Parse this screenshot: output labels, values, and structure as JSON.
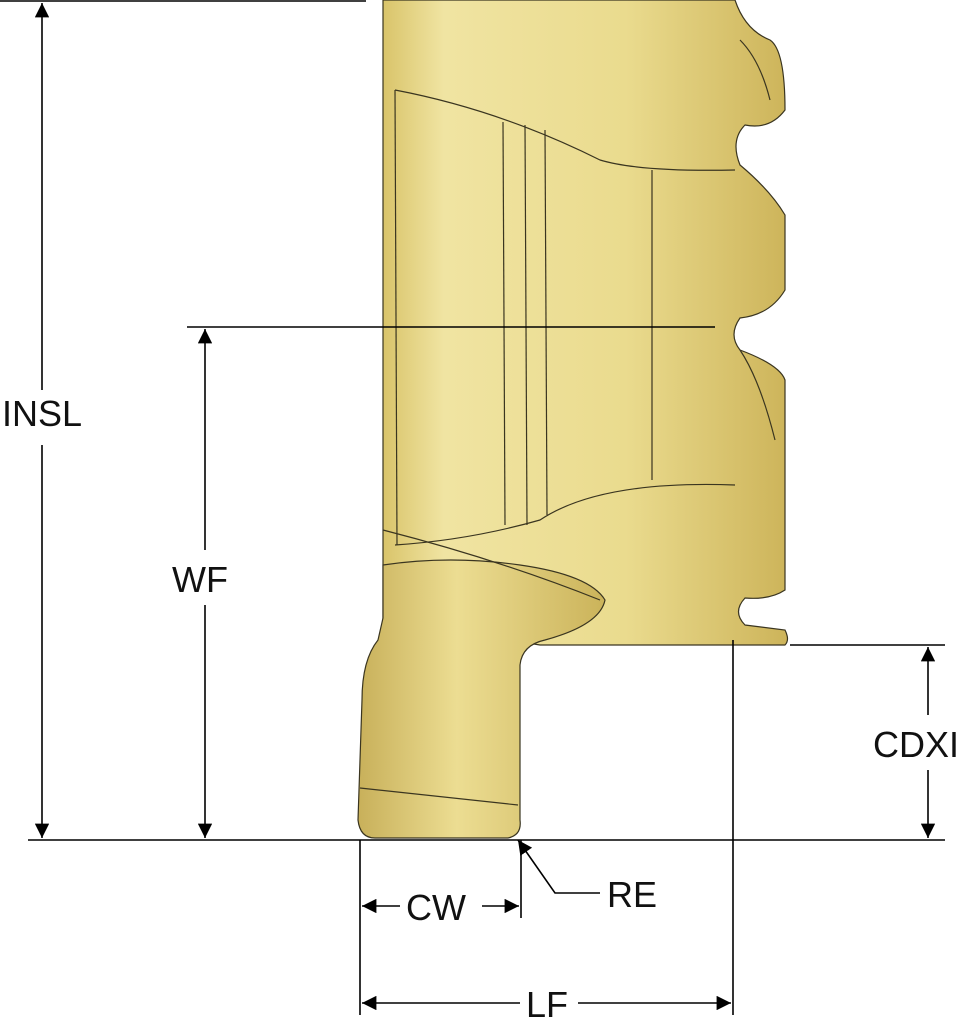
{
  "title": "Grooving insert dimensions",
  "labels": {
    "insl": "INSL",
    "wf": "WF",
    "cdxi": "CDXI",
    "cw": "CW",
    "re": "RE",
    "lf": "LF"
  },
  "colors": {
    "insert_light": "#f1e4a0",
    "insert_dark": "#c6ad52",
    "line": "#000000"
  }
}
